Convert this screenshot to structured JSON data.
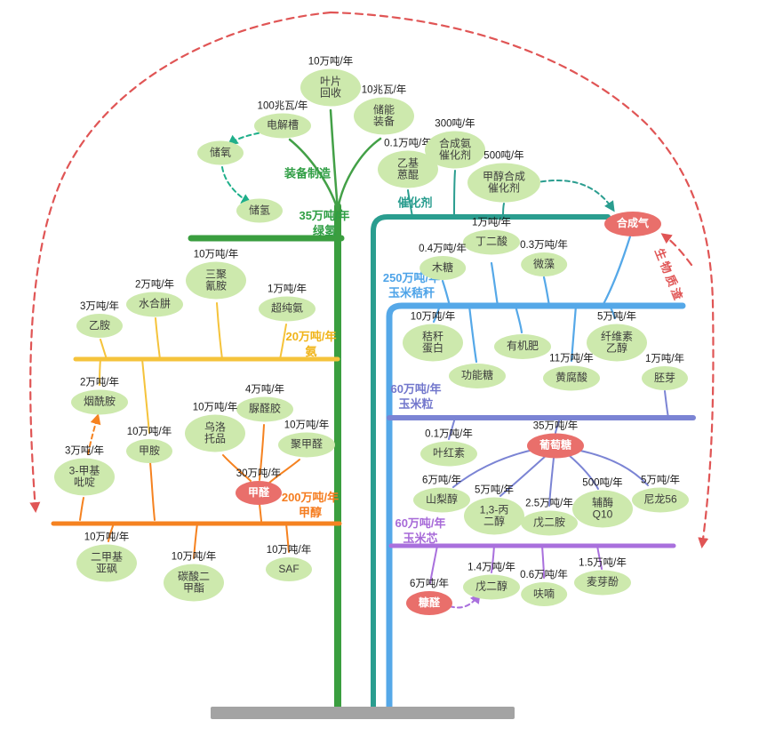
{
  "branches": {
    "equipment": "装备制造",
    "green_hydrogen": "35万吨/年\n绿氢",
    "catalyst": "催化剂",
    "ammonia": "20万吨/年\n氨",
    "methanol": "200万吨/年\n甲醇",
    "corn_stalk": "250万吨/年\n玉米秸秆",
    "corn_kernel": "60万吨/年\n玉米粒",
    "corn_cob": "60万吨/年\n玉米芯",
    "biomass_residue": "生物质渣"
  },
  "nodes": [
    {
      "cap": "10万吨/年",
      "label": "叶片\n回收"
    },
    {
      "cap": "100兆瓦/年",
      "label": "电解槽"
    },
    {
      "cap": "10兆瓦/年",
      "label": "储能\n装备"
    },
    {
      "cap": "",
      "label": "储氧"
    },
    {
      "cap": "",
      "label": "储氢"
    },
    {
      "cap": "0.1万吨/年",
      "label": "乙基\n蒽醌"
    },
    {
      "cap": "300吨/年",
      "label": "合成氨\n催化剂"
    },
    {
      "cap": "500吨/年",
      "label": "甲醇合成\n催化剂"
    },
    {
      "cap": "",
      "label": "合成气"
    },
    {
      "cap": "10万吨/年",
      "label": "三聚\n氰胺"
    },
    {
      "cap": "2万吨/年",
      "label": "水合肼"
    },
    {
      "cap": "1万吨/年",
      "label": "超纯氨"
    },
    {
      "cap": "3万吨/年",
      "label": "乙胺"
    },
    {
      "cap": "2万吨/年",
      "label": "烟酰胺"
    },
    {
      "cap": "10万吨/年",
      "label": "甲胺"
    },
    {
      "cap": "3万吨/年",
      "label": "3-甲基\n吡啶"
    },
    {
      "cap": "4万吨/年",
      "label": "脲醛胶"
    },
    {
      "cap": "10万吨/年",
      "label": "乌洛\n托品"
    },
    {
      "cap": "10万吨/年",
      "label": "聚甲醛"
    },
    {
      "cap": "30万吨/年",
      "label": "甲醛"
    },
    {
      "cap": "10万吨/年",
      "label": "二甲基\n亚砜"
    },
    {
      "cap": "10万吨/年",
      "label": "碳酸二\n甲酯"
    },
    {
      "cap": "10万吨/年",
      "label": "SAF"
    },
    {
      "cap": "1万吨/年",
      "label": "丁二酸"
    },
    {
      "cap": "0.4万吨/年",
      "label": "木糖"
    },
    {
      "cap": "0.3万吨/年",
      "label": "微藻"
    },
    {
      "cap": "10万吨/年",
      "label": "秸秆\n蛋白"
    },
    {
      "cap": "",
      "label": "有机肥"
    },
    {
      "cap": "",
      "label": "功能糖"
    },
    {
      "cap": "5万吨/年",
      "label": "纤维素\n乙醇"
    },
    {
      "cap": "11万吨/年",
      "label": "黄腐酸"
    },
    {
      "cap": "1万吨/年",
      "label": "胚芽"
    },
    {
      "cap": "0.1万吨/年",
      "label": "叶红素"
    },
    {
      "cap": "35万吨/年",
      "label": "葡萄糖"
    },
    {
      "cap": "6万吨/年",
      "label": "山梨醇"
    },
    {
      "cap": "5万吨/年",
      "label": "1,3-丙\n二醇"
    },
    {
      "cap": "2.5万吨/年",
      "label": "戊二胺"
    },
    {
      "cap": "500吨/年",
      "label": "辅酶\nQ10"
    },
    {
      "cap": "5万吨/年",
      "label": "尼龙56"
    },
    {
      "cap": "6万吨/年",
      "label": "糠醛"
    },
    {
      "cap": "1.4万吨/年",
      "label": "戊二醇"
    },
    {
      "cap": "0.6万吨/年",
      "label": "呋喃"
    },
    {
      "cap": "1.5万吨/年",
      "label": "麦芽酚"
    }
  ],
  "colors": {
    "trunk_green": "#3a9e3f",
    "catalyst_teal": "#2a9d8f",
    "stalk_blue": "#55a8e8",
    "kernel_indigo": "#7b84d4",
    "cob_violet": "#a970dd",
    "ammonia_yellow": "#f5c33b",
    "methanol_orange": "#f58220",
    "residue_red": "#e05555",
    "node_green": "#cde9ad",
    "node_red": "#e96f6b",
    "base_gray": "#a3a3a3"
  }
}
